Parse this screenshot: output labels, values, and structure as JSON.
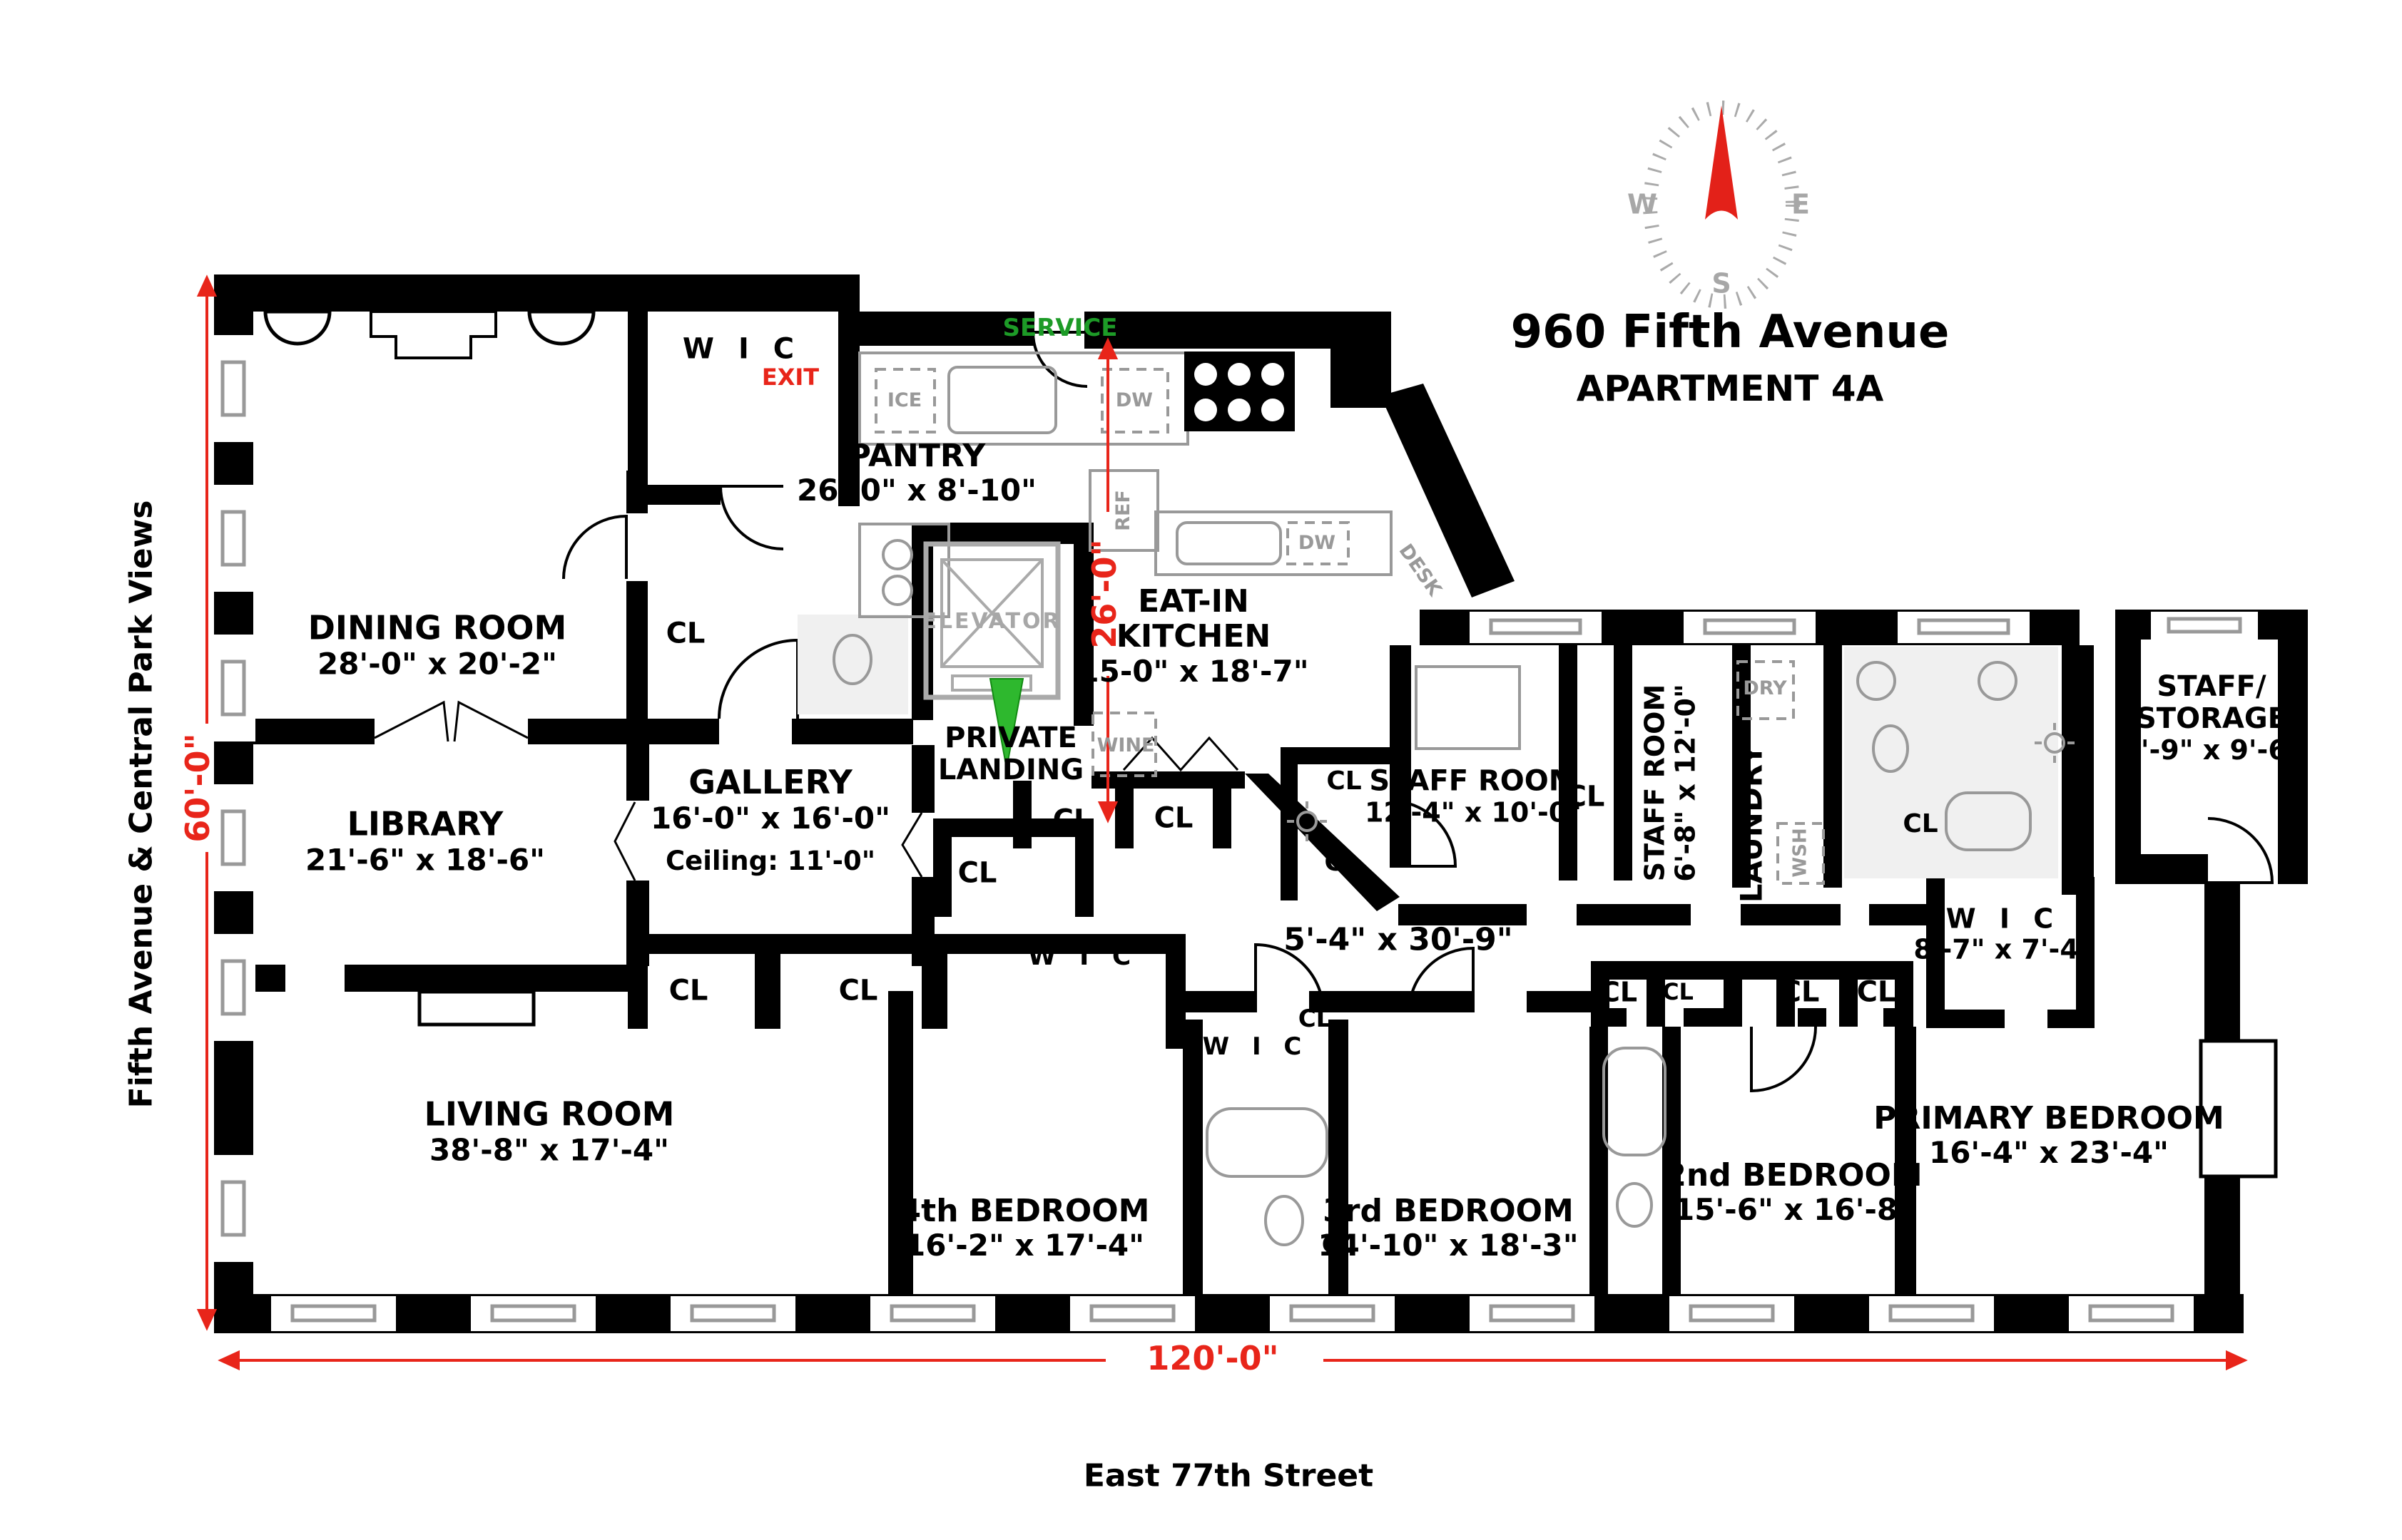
{
  "title": {
    "line1": "960 Fifth Avenue",
    "line2": "APARTMENT 4A"
  },
  "compass": {
    "west": "W",
    "east": "E",
    "south": "S"
  },
  "streets": {
    "side": "Fifth Avenue & Central Park Views",
    "bottom": "East 77th Street"
  },
  "dimensions": {
    "side": "60'-0\"",
    "bottom": "120'-0\"",
    "kitchen": "26'-0\"",
    "hallway": "5'-4\" x 30'-9\""
  },
  "annotations": {
    "exit": "EXIT",
    "service": "SERVICE"
  },
  "labels": {
    "cl": "CL",
    "wic": "W I C"
  },
  "fixtures": {
    "ice": "ICE",
    "dw": "DW",
    "wine": "WINE",
    "ref": "REF",
    "desk": "DESK",
    "dry": "DRY",
    "wsh": "WSH",
    "elevator": "ELEVATOR"
  },
  "rooms": [
    {
      "name": "DINING ROOM",
      "dims": "28'-0\" x 20'-2\""
    },
    {
      "name": "LIBRARY",
      "dims": "21'-6\" x 18'-6\""
    },
    {
      "name": "LIVING ROOM",
      "dims": "38'-8\" x 17'-4\""
    },
    {
      "name": "GALLERY",
      "dims": "16'-0\" x 16'-0\"",
      "ceiling": "Ceiling: 11'-0\""
    },
    {
      "name": "PANTRY",
      "dims": "26'-0\" x 8'-10\""
    },
    {
      "name": "EAT-IN",
      "name2": "KITCHEN",
      "dims": "15-0\" x 18'-7\""
    },
    {
      "name": "PRIVATE",
      "name2": "LANDING"
    },
    {
      "name": "STAFF ROOM",
      "dims": "12'-4\" x 10'-0\""
    },
    {
      "name": "STAFF ROOM",
      "dims": "6'-8\" x 12'-0\""
    },
    {
      "name": "LAUNDRY"
    },
    {
      "name": "W I C",
      "dims": "8'-7\" x 7'-4\""
    },
    {
      "name": "STAFF/",
      "name2": "STORAGE",
      "dims": "9'-9\" x 9'-6\""
    },
    {
      "name": "4th BEDROOM",
      "dims": "16'-2\" x 17'-4\""
    },
    {
      "name": "3rd BEDROOM",
      "dims": "14'-10\" x 18'-3\""
    },
    {
      "name": "2nd BEDROOM",
      "dims": "15'-6\" x 16'-8\""
    },
    {
      "name": "PRIMARY BEDROOM",
      "dims": "16'-4\" x 23'-4\""
    }
  ],
  "colors": {
    "dimension_red": "#e8251a",
    "service_green": "#1d9b27",
    "arrow_green": "#2eb82e",
    "wall": "#000000",
    "fixture_gray": "#999999"
  }
}
